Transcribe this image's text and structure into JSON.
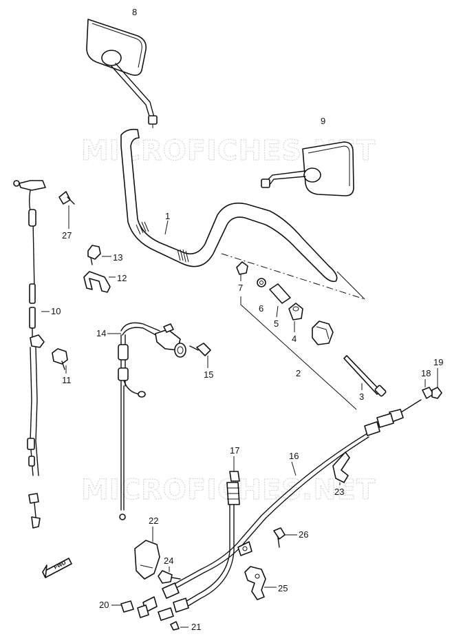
{
  "watermark": "MICROFICHES.NET",
  "fwd_label": "FWD",
  "callouts": {
    "c1": "1",
    "c2": "2",
    "c3": "3",
    "c4": "4",
    "c5": "5",
    "c6": "6",
    "c7": "7",
    "c8": "8",
    "c9": "9",
    "c10": "10",
    "c11": "11",
    "c12": "12",
    "c13": "13",
    "c14": "14",
    "c15": "15",
    "c16": "16",
    "c17": "17",
    "c18": "18",
    "c19": "19",
    "c20": "20",
    "c21": "21",
    "c22": "22",
    "c23": "23",
    "c24": "24",
    "c25": "25",
    "c26": "26",
    "c27": "27"
  }
}
